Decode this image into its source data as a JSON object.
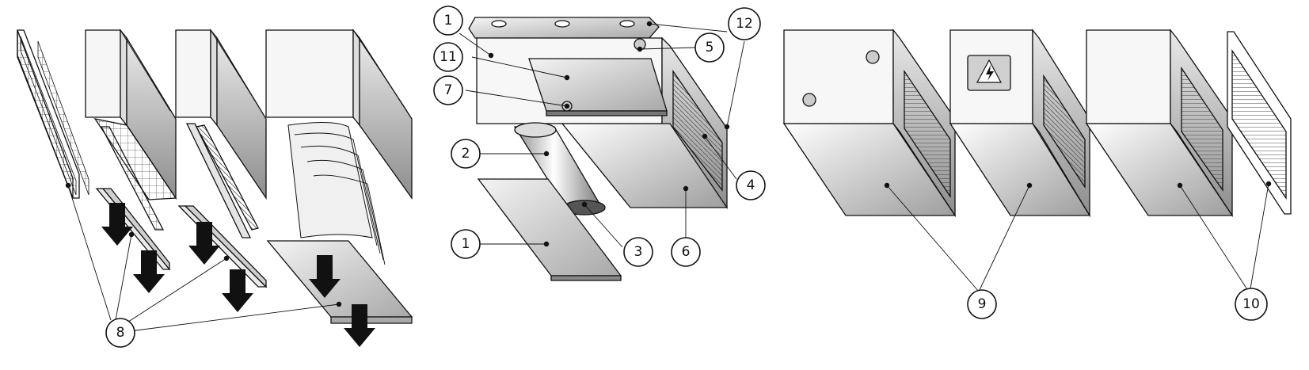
{
  "callouts": {
    "c1_top": "1",
    "c1_bottom": "1",
    "c2": "2",
    "c3": "3",
    "c4": "4",
    "c5": "5",
    "c6": "6",
    "c7": "7",
    "c8": "8",
    "c9": "9",
    "c10": "10",
    "c11": "11",
    "c12": "12"
  },
  "colors": {
    "panel_light": "#f2f2f2",
    "panel_mid": "#c9c9c9",
    "panel_dark": "#9a9a9a",
    "outline": "#111111",
    "arrow": "#111111"
  }
}
